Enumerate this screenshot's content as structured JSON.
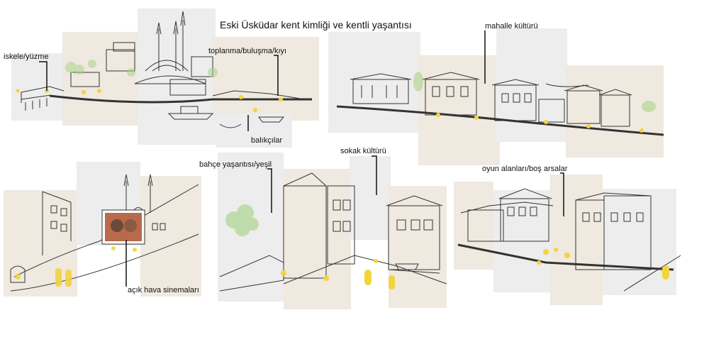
{
  "title": "Eski Üsküdar kent kimliği ve kentli yaşantısı",
  "labels": {
    "iskele": "iskele/yüzme",
    "toplanma": "toplanma/buluşma/kıyı",
    "balikcilar": "balıkçılar",
    "mahalle": "mahalle kültürü",
    "bahce": "bahçe yaşantısı/yeşil",
    "sokak": "sokak kültürü",
    "oyun": "oyun alanları/boş arsalar",
    "sinema": "açık hava sinemaları"
  },
  "colors": {
    "panel_grey": "#ededee",
    "panel_beige": "#efe9e0",
    "line": "#333333",
    "accent_yellow": "#f2d53c",
    "tree_green": "#a9d48a",
    "water_blue": "#9fc8dc"
  }
}
